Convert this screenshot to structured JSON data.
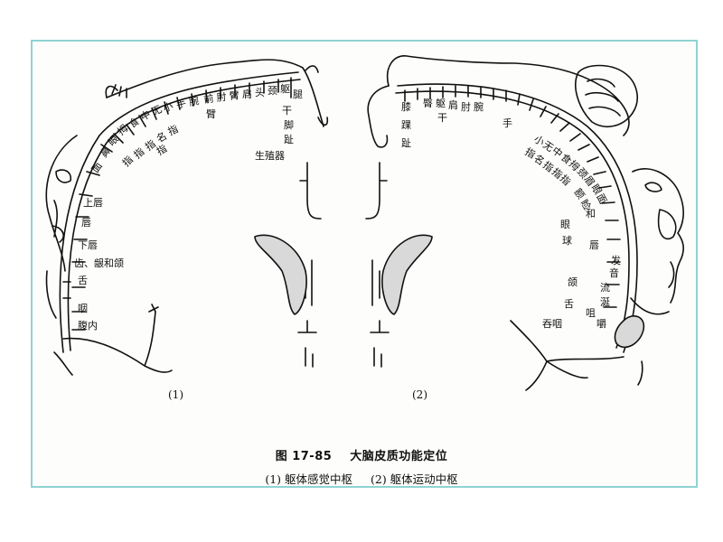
{
  "figure": {
    "number": "图 17-85",
    "title": "大脑皮质功能定位",
    "sub1": "(1) 躯体感觉中枢",
    "sub2": "(2) 躯体运动中枢"
  },
  "panel1": {
    "num": "(1)",
    "top_labels": [
      "面",
      "鼻",
      "眼",
      "拇",
      "食",
      "中",
      "无",
      "小",
      "手",
      "腕",
      "前",
      "肘",
      "臂",
      "肩",
      "头",
      "颈",
      "躯",
      "腿"
    ],
    "finger_labels": [
      "指",
      "指",
      "指",
      "名",
      "指"
    ],
    "lower_labels": [
      "臂",
      "指"
    ],
    "leg_labels": [
      "干",
      "脚",
      "趾",
      "生殖器"
    ],
    "side_labels": [
      "上唇",
      "唇",
      "下唇",
      "齿、龈和颌",
      "舌",
      "咽",
      "腹内"
    ]
  },
  "panel2": {
    "num": "(2)",
    "top_labels": [
      "膝",
      "臀",
      "躯",
      "肩",
      "肘",
      "腕",
      "手"
    ],
    "trunk_label": "干",
    "leg_labels": [
      "踝",
      "趾"
    ],
    "finger_row": [
      "小",
      "无",
      "中",
      "食",
      "拇",
      "颈",
      "眉",
      "眼",
      "面"
    ],
    "finger_row2": [
      "指",
      "名",
      "指",
      "指",
      "指"
    ],
    "face_labels": [
      "额",
      "睑",
      "和",
      "眼",
      "球"
    ],
    "side_labels": [
      "唇",
      "发",
      "音",
      "颌",
      "流",
      "涎",
      "舌",
      "咀",
      "嚼",
      "吞咽"
    ]
  }
}
